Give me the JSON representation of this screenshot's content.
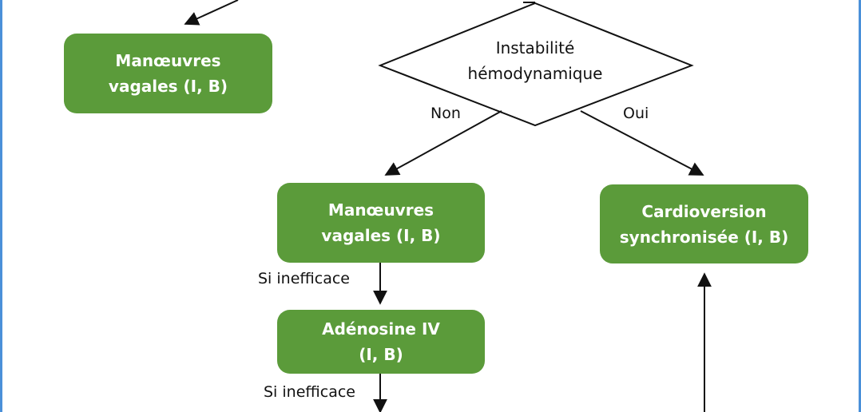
{
  "nodes": {
    "vagal_top": {
      "line1": "Manœuvres",
      "line2": "vagales (I, B)"
    },
    "instability": {
      "line1": "Instabilité",
      "line2": "hémodynamique"
    },
    "vagal_mid": {
      "line1": "Manœuvres",
      "line2": "vagales (I, B)"
    },
    "cardioversion": {
      "line1": "Cardioversion",
      "line2": "synchronisée (I, B)"
    },
    "adenosine": {
      "line1": "Adénosine IV",
      "line2": "(I, B)"
    }
  },
  "edges": {
    "no": "Non",
    "yes": "Oui",
    "if_ineffective_1": "Si inefficace",
    "if_ineffective_2": "Si inefficace"
  },
  "colors": {
    "box_fill": "#5b9b3a",
    "box_text": "#ffffff",
    "frame_border": "#4a90d9",
    "line": "#111111"
  }
}
